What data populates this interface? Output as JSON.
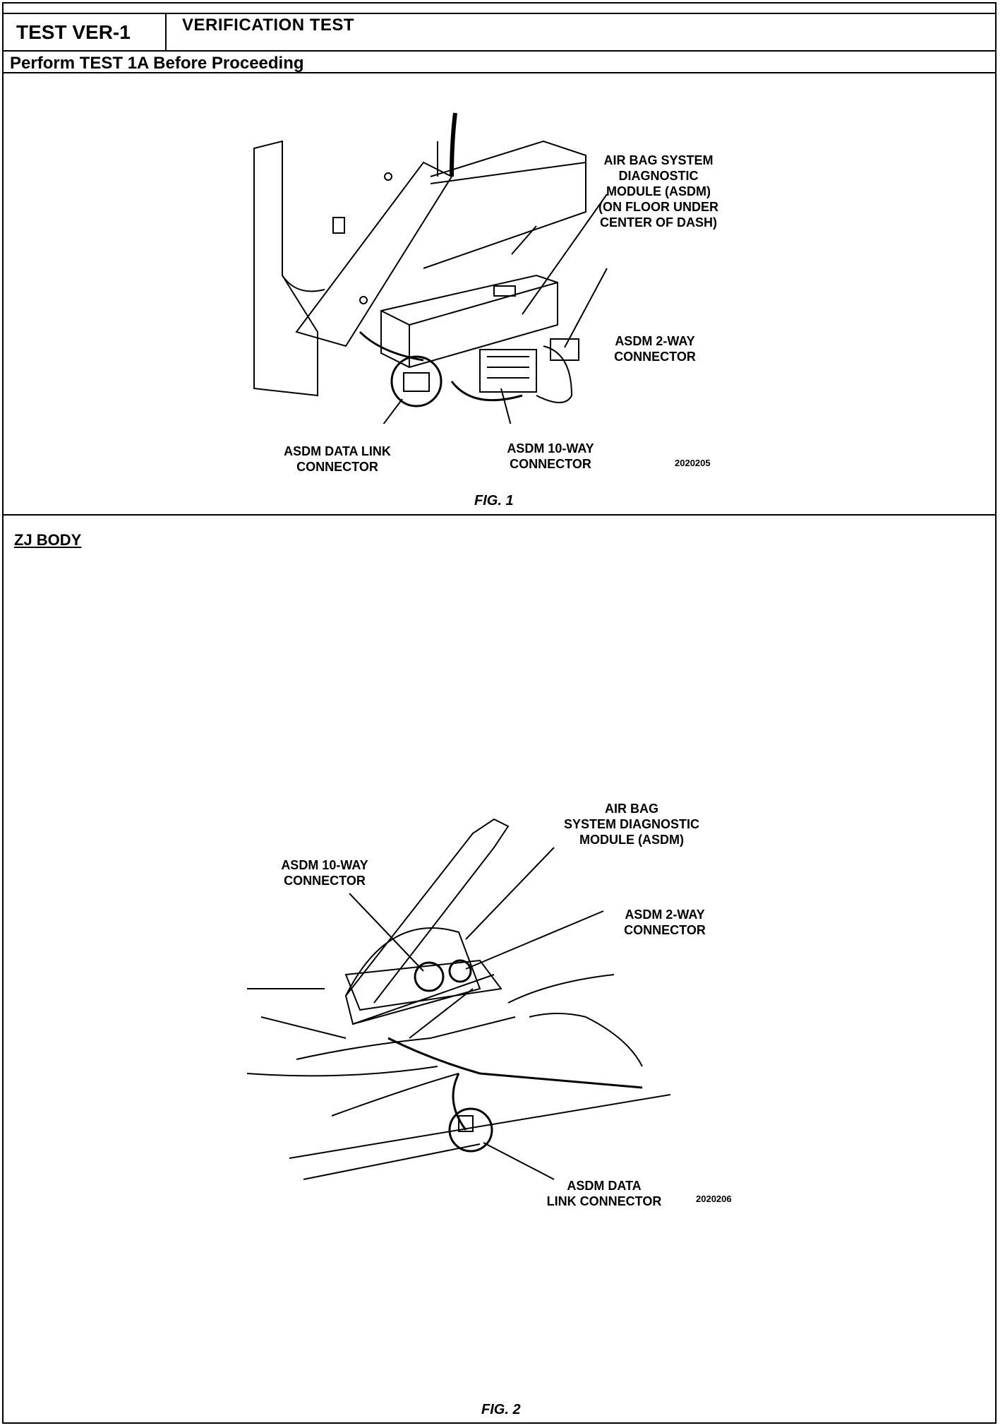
{
  "header": {
    "test_id": "TEST VER-1",
    "test_name": "VERIFICATION TEST",
    "prerequisite": "Perform TEST 1A Before Proceeding"
  },
  "fig1": {
    "caption": "FIG. 1",
    "figure_id": "2020205",
    "labels": {
      "asdm": "AIR BAG SYSTEM\nDIAGNOSTIC\nMODULE (ASDM)\n(ON FLOOR UNDER\nCENTER OF DASH)",
      "two_way": "ASDM 2-WAY\nCONNECTOR",
      "data_link": "ASDM DATA LINK\nCONNECTOR",
      "ten_way": "ASDM 10-WAY\nCONNECTOR"
    }
  },
  "section2": {
    "title": "ZJ BODY"
  },
  "fig2": {
    "caption": "FIG. 2",
    "figure_id": "2020206",
    "labels": {
      "asdm": "AIR BAG\nSYSTEM DIAGNOSTIC\nMODULE (ASDM)",
      "ten_way": "ASDM 10-WAY\nCONNECTOR",
      "two_way": "ASDM 2-WAY\nCONNECTOR",
      "data_link": "ASDM DATA\nLINK CONNECTOR"
    }
  }
}
